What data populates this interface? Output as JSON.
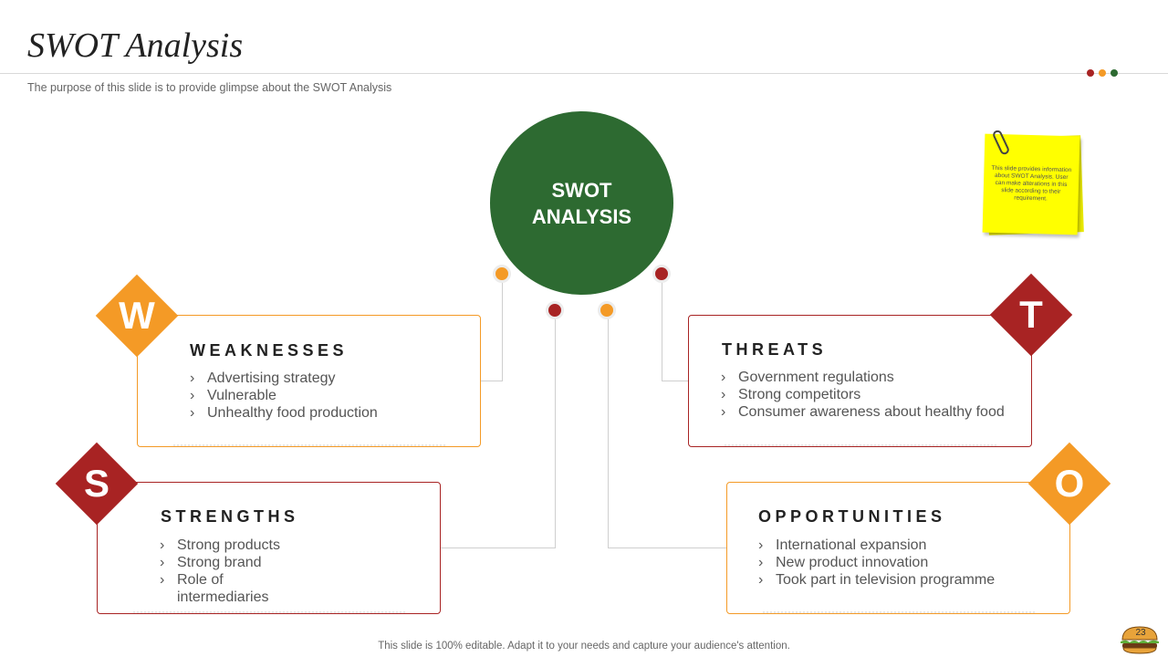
{
  "header": {
    "title": "SWOT Analysis",
    "subtitle": "The purpose of this slide is to provide  glimpse about the SWOT Analysis"
  },
  "colors": {
    "green": "#2d6a31",
    "orange": "#f49a26",
    "red": "#a82323",
    "note_yellow": "#ffff00"
  },
  "center": {
    "label": "SWOT\nANALYSIS"
  },
  "quadrants": {
    "weaknesses": {
      "letter": "W",
      "heading": "WEAKNESSES",
      "items": [
        "Advertising strategy",
        "Vulnerable",
        "Unhealthy  food production"
      ]
    },
    "threats": {
      "letter": "T",
      "heading": "THREATS",
      "items": [
        "Government  regulations",
        "Strong competitors",
        "Consumer awareness about healthy food"
      ]
    },
    "strengths": {
      "letter": "S",
      "heading": "STRENGTHS",
      "items": [
        "Strong products",
        "Strong brand",
        "Role of\nintermediaries"
      ]
    },
    "opportunities": {
      "letter": "O",
      "heading": "OPPORTUNITIES",
      "items": [
        "International  expansion",
        "New product innovation",
        "Took part in television programme"
      ]
    }
  },
  "bullet": "›",
  "note": {
    "text": "This slide provides information about SWOT Analysis. User can make alterations in this slide according to their requirement."
  },
  "footer": {
    "text": "This slide is 100% editable. Adapt it to your needs and capture your audience's attention."
  },
  "page": {
    "number": "23"
  }
}
